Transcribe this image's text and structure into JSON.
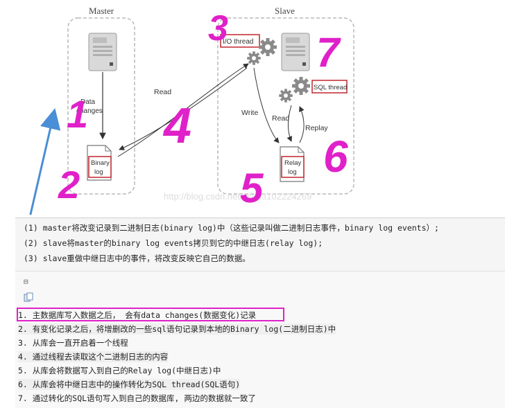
{
  "diagram": {
    "master_label": "Master",
    "slave_label": "Slave",
    "data_changes_line1": "Data",
    "data_changes_line2": "changes",
    "binary_log_line1": "Binary",
    "binary_log_line2": "log",
    "io_thread_label": "I/O thread",
    "sql_thread_label": "SQL thread",
    "read_label_left": "Read",
    "write_label": "Write",
    "read_label_right": "Read",
    "replay_label": "Replay",
    "relay_log_line1": "Relay",
    "relay_log_line2": "log",
    "watermark": "http://blog.csdn.net/csdn3102224269",
    "annotation_numbers": [
      "1",
      "2",
      "3",
      "4",
      "5",
      "6",
      "7"
    ]
  },
  "notes": {
    "line1": "(1) master将改变记录到二进制日志(binary log)中（这些记录叫做二进制日志事件，binary log events）;",
    "line2": "(2) slave将master的binary log events拷贝到它的中继日志(relay log);",
    "line3": "(3) slave重做中继日志中的事件，将改变反映它自己的数据。"
  },
  "code": {
    "collapse_icon": "⊟",
    "copy_icon": "copy-icon",
    "steps": [
      "1. 主数据库写入数据之后，  会有data changes(数据变化)记录",
      "2. 有变化记录之后，将增删改的一些sql语句记录到本地的Binary log(二进制日志)中",
      "3. 从库会一直开启着一个线程",
      "4. 通过线程去读取这个二进制日志的内容",
      "5. 从库会将数据写入到自己的Relay log(中继日志)中",
      "6. 从库会将中继日志中的操作转化为SQL thread(SQL语句)",
      "7. 通过转化的SQL语句写入到自己的数据库, 两边的数据就一致了"
    ]
  },
  "colors": {
    "annotation": "#e021c9",
    "red_box": "#c0272d",
    "blue_arrow": "#4a8fd6"
  }
}
